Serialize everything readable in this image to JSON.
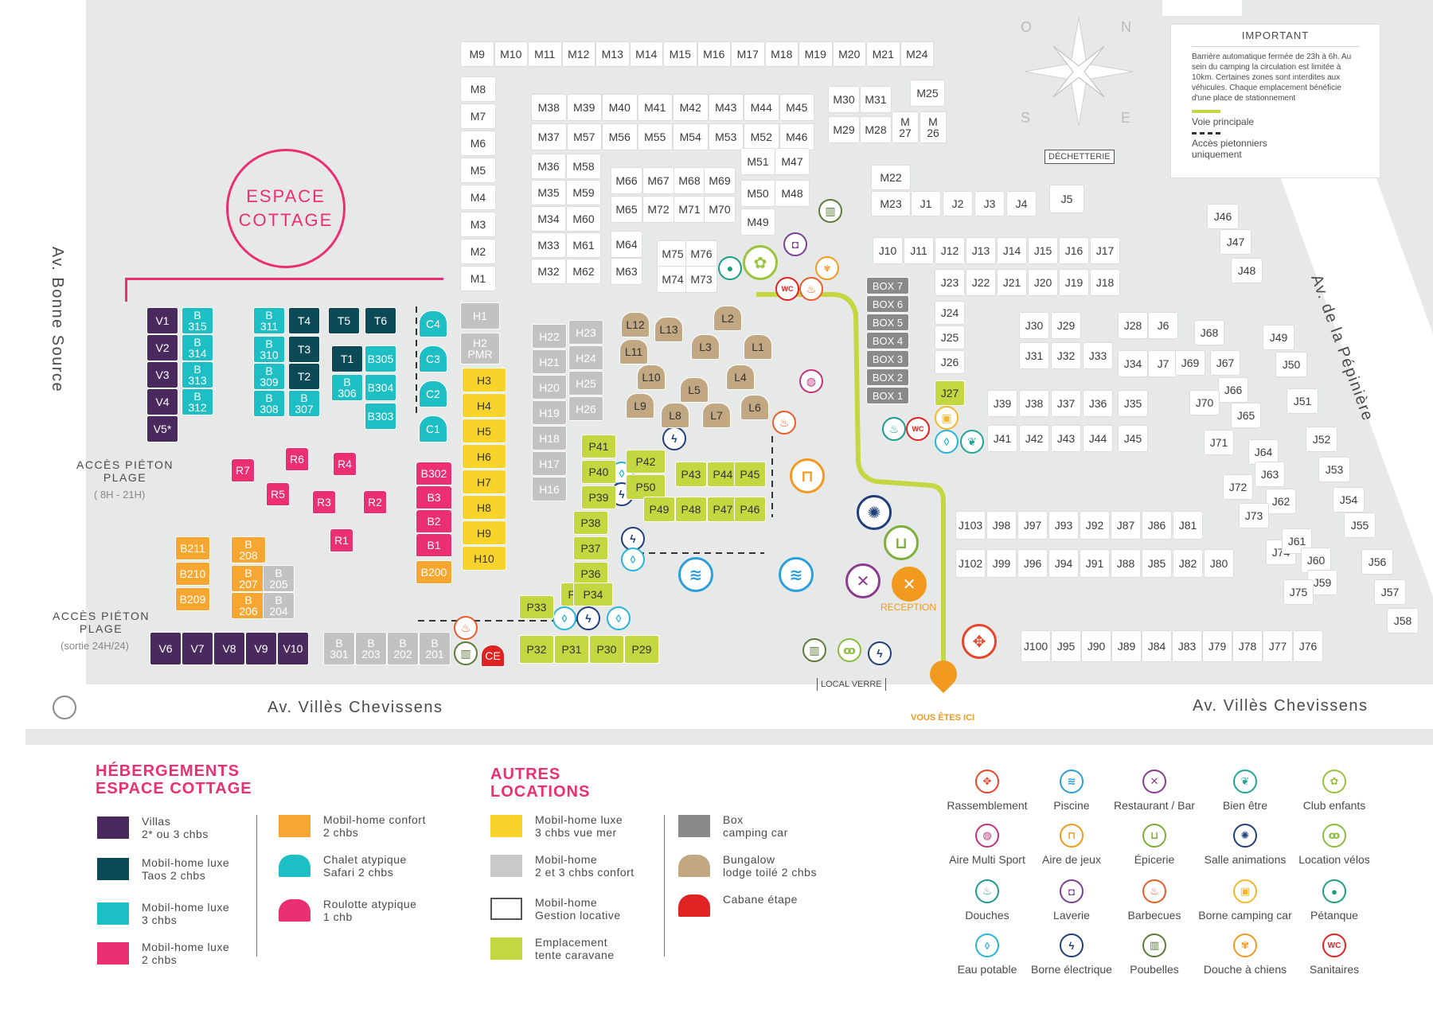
{
  "streets": {
    "left": "Av. Bonne Source",
    "bottom_left": "Av. Villès Chevissens",
    "bottom_right": "Av. Villès Chevissens",
    "right": "Av. de la Pépinière"
  },
  "compass": {
    "n": "N",
    "s": "S",
    "e": "E",
    "o": "O"
  },
  "important": {
    "title": "IMPORTANT",
    "text": "Barrière automatique fermée de 23h à 6h. Au sein du camping la circulation est limitée à 10km. Certaines zones sont interdites aux véhicules. Chaque emplacement bénéficie d'une place de stationnement",
    "main_road": "Voie principale",
    "pedestrian": "Accès pietonniers\nuniquement"
  },
  "zone_labels": {
    "espace_cottage": "ESPACE\nCOTTAGE",
    "acces_plage_1": "ACCÈS PIÉTON\nPLAGE",
    "acces_plage_1_hours": "( 8H - 21H)",
    "acces_plage_2": "ACCÈS PIÉTON\nPLAGE",
    "acces_plage_2_hours": "(sortie 24H/24)",
    "decheterie": "DÉCHETTERIE",
    "local_verre": "LOCAL VERRE",
    "reception": "RECEPTION",
    "vous_etes_ici": "VOUS ÊTES ICI"
  },
  "units": {
    "M_top": [
      "M9",
      "M10",
      "M11",
      "M12",
      "M13",
      "M14",
      "M15",
      "M16",
      "M17",
      "M18",
      "M19",
      "M20",
      "M21",
      "M24"
    ],
    "M_col": [
      "M8",
      "M7",
      "M6",
      "M5",
      "M4",
      "M3",
      "M2",
      "M1"
    ],
    "M_row1": [
      "M38",
      "M39",
      "M40",
      "M41",
      "M42",
      "M43",
      "M44",
      "M45"
    ],
    "M_row2": [
      "M37",
      "M57",
      "M56",
      "M55",
      "M54",
      "M53",
      "M52",
      "M46"
    ],
    "M_left_a": [
      "M36",
      "M35",
      "M34",
      "M33",
      "M32"
    ],
    "M_left_b": [
      "M58",
      "M59",
      "M60",
      "M61",
      "M62"
    ],
    "M_mid": [
      "M66",
      "M67",
      "M68",
      "M69",
      "M65",
      "M72",
      "M71",
      "M70",
      "M64",
      "M63",
      "M75",
      "M76",
      "M74",
      "M73"
    ],
    "M_right": [
      "M51",
      "M47",
      "M50",
      "M48",
      "M49"
    ],
    "M_topright": [
      "M30",
      "M31",
      "M29",
      "M28",
      "M\n27",
      "M\n26",
      "M25"
    ],
    "H_grey": [
      "H1",
      "H2\nPMR"
    ],
    "H_yellow": [
      "H3",
      "H4",
      "H5",
      "H6",
      "H7",
      "H8",
      "H9",
      "H10"
    ],
    "H_left": [
      "H22",
      "H21",
      "H20",
      "H19",
      "H18",
      "H17",
      "H16"
    ],
    "H_right": [
      "H23",
      "H24",
      "H25",
      "H26"
    ],
    "L": [
      "L12",
      "L13",
      "L2",
      "L11",
      "L3",
      "L1",
      "L10",
      "L4",
      "L9",
      "L5",
      "L8",
      "L7",
      "L6"
    ],
    "P": [
      "P41",
      "P40",
      "P39",
      "P38",
      "P37",
      "P36",
      "P35",
      "P34",
      "P33",
      "P32",
      "P31",
      "P30",
      "P29",
      "P42",
      "P43",
      "P44",
      "P45",
      "P50",
      "P49",
      "P48",
      "P47",
      "P46"
    ],
    "V": [
      "V1",
      "V2",
      "V3",
      "V4",
      "V5*"
    ],
    "V_bottom": [
      "V6",
      "V7",
      "V8",
      "V9",
      "V10"
    ],
    "B_teal_left": [
      "B\n315",
      "B\n314",
      "B\n313",
      "B\n312"
    ],
    "T": [
      "B\n311",
      "T4",
      "T5",
      "T6",
      "B\n310",
      "T3",
      "B\n309",
      "T2",
      "B\n308",
      "B\n307",
      "T1",
      "B305",
      "B\n306",
      "B304",
      "B303"
    ],
    "C": [
      "C4",
      "C3",
      "C2",
      "C1"
    ],
    "R": [
      "R7",
      "R6",
      "R4",
      "R5",
      "R3",
      "R2",
      "R1"
    ],
    "B_pink": [
      "B302",
      "B3",
      "B2",
      "B1"
    ],
    "B_orange": [
      "B200",
      "B211",
      "B\n208",
      "B210",
      "B\n207",
      "B209",
      "B\n206"
    ],
    "B_grey": [
      "B\n205",
      "B\n204",
      "B\n301",
      "B\n203",
      "B\n202",
      "B\n201"
    ],
    "CE": "CE",
    "BOX": [
      "BOX 7",
      "BOX 6",
      "BOX 5",
      "BOX 4",
      "BOX 3",
      "BOX 2",
      "BOX 1"
    ],
    "J_top": [
      "M22",
      "M23",
      "J1",
      "J2",
      "J3",
      "J4",
      "J5"
    ],
    "J_row": [
      "J10",
      "J11",
      "J12",
      "J13",
      "J14",
      "J15",
      "J16",
      "J17",
      "J23",
      "J22",
      "J21",
      "J20",
      "J19",
      "J18",
      "J24",
      "J25",
      "J26",
      "J27"
    ],
    "J_mid": [
      "J30",
      "J29",
      "J28",
      "J6",
      "J31",
      "J32",
      "J33",
      "J34",
      "J7",
      "J39",
      "J38",
      "J37",
      "J36",
      "J35",
      "J41",
      "J42",
      "J43",
      "J44",
      "J45"
    ],
    "J_low": [
      "J103",
      "J98",
      "J97",
      "J93",
      "J92",
      "J87",
      "J86",
      "J81",
      "J102",
      "J99",
      "J96",
      "J94",
      "J91",
      "J88",
      "J85",
      "J82",
      "J80"
    ],
    "J_bottom": [
      "J100",
      "J95",
      "J90",
      "J89",
      "J84",
      "J83",
      "J79",
      "J78",
      "J77",
      "J76"
    ],
    "J_diag": [
      "J68",
      "J69",
      "J67",
      "J66",
      "J70",
      "J65",
      "J71",
      "J64",
      "J63",
      "J72",
      "J62",
      "J73",
      "J74",
      "J61",
      "J60",
      "J59",
      "J75"
    ],
    "J_far": [
      "J46",
      "J47",
      "J48",
      "J49",
      "J50",
      "J51",
      "J52",
      "J53",
      "J54",
      "J55",
      "J56",
      "J57",
      "J58"
    ]
  },
  "legend": {
    "hebergements_title": "HÉBERGEMENTS\nESPACE COTTAGE",
    "autres_title": "AUTRES\nLOCATIONS",
    "items": [
      {
        "color": "#4a2a5e",
        "text": "Villas\n2* ou 3 chbs"
      },
      {
        "color": "#0d4a57",
        "text": "Mobil-home luxe\nTaos 2 chbs"
      },
      {
        "color": "#1dbec4",
        "text": "Mobil-home luxe\n3 chbs"
      },
      {
        "color": "#eb2f73",
        "text": "Mobil-home luxe\n2 chbs"
      },
      {
        "color": "#f7a731",
        "text": "Mobil-home confort\n2 chbs"
      },
      {
        "color": "#1dbec4",
        "text": "Chalet atypique\nSafari 2 chbs"
      },
      {
        "color": "#eb2f73",
        "text": "Roulotte atypique\n1 chb"
      },
      {
        "color": "#f8d32c",
        "text": "Mobil-home luxe\n3 chbs vue mer"
      },
      {
        "color": "#c9c9c9",
        "text": "Mobil-home\n2 et 3 chbs confort"
      },
      {
        "color": "#ffffff",
        "text": "Mobil-home\nGestion locative"
      },
      {
        "color": "#c4d640",
        "text": "Emplacement\ntente caravane"
      },
      {
        "color": "#8a8a8a",
        "text": "Box\ncamping car"
      },
      {
        "color": "#c1a782",
        "text": "Bungalow\nlodge toilé 2 chbs"
      },
      {
        "color": "#e02222",
        "text": "Cabane étape"
      }
    ],
    "amenities": [
      {
        "name": "Rassemblement",
        "icon": "gathering-icon",
        "color": "#e8452c",
        "glyph": "✥"
      },
      {
        "name": "Piscine",
        "icon": "pool-icon",
        "color": "#2a9fd8",
        "glyph": "≋"
      },
      {
        "name": "Restaurant / Bar",
        "icon": "restaurant-icon",
        "color": "#8a3b8f",
        "glyph": "✕"
      },
      {
        "name": "Bien être",
        "icon": "wellness-icon",
        "color": "#21a59a",
        "glyph": "❦"
      },
      {
        "name": "Club enfants",
        "icon": "kids-club-icon",
        "color": "#9ac43c",
        "glyph": "✿"
      },
      {
        "name": "Aire Multi Sport",
        "icon": "multisport-icon",
        "color": "#c2337a",
        "glyph": "◍"
      },
      {
        "name": "Aire de jeux",
        "icon": "playground-icon",
        "color": "#f29a1f",
        "glyph": "⊓"
      },
      {
        "name": "Épicerie",
        "icon": "grocery-icon",
        "color": "#7dae3a",
        "glyph": "⊔"
      },
      {
        "name": "Salle animations",
        "icon": "entertainment-icon",
        "color": "#1f3f7a",
        "glyph": "✺"
      },
      {
        "name": "Location vélos",
        "icon": "bike-rental-icon",
        "color": "#8bbd3c",
        "glyph": "ꝏ"
      },
      {
        "name": "Douches",
        "icon": "shower-icon",
        "color": "#1c9c91",
        "glyph": "♨"
      },
      {
        "name": "Laverie",
        "icon": "laundry-icon",
        "color": "#7b3f94",
        "glyph": "◘"
      },
      {
        "name": "Barbecues",
        "icon": "barbecue-icon",
        "color": "#e85c2c",
        "glyph": "♨"
      },
      {
        "name": "Borne camping car",
        "icon": "camper-station-icon",
        "color": "#f6b72a",
        "glyph": "▣"
      },
      {
        "name": "Pétanque",
        "icon": "petanque-icon",
        "color": "#1aa081",
        "glyph": "●"
      },
      {
        "name": "Eau potable",
        "icon": "water-icon",
        "color": "#28b3d9",
        "glyph": "◊"
      },
      {
        "name": "Borne électrique",
        "icon": "electric-icon",
        "color": "#1f3f7a",
        "glyph": "ϟ"
      },
      {
        "name": "Poubelles",
        "icon": "trash-icon",
        "color": "#5c7a3a",
        "glyph": "▥"
      },
      {
        "name": "Douche à chiens",
        "icon": "dog-shower-icon",
        "color": "#f29a1f",
        "glyph": "✾"
      },
      {
        "name": "Sanitaires",
        "icon": "toilets-icon",
        "color": "#e02222",
        "glyph": "WC"
      }
    ]
  },
  "colors": {
    "pink": "#eb2f73",
    "orange": "#f29a1f",
    "road": "#c4d640",
    "ground": "#e7e8e8"
  }
}
